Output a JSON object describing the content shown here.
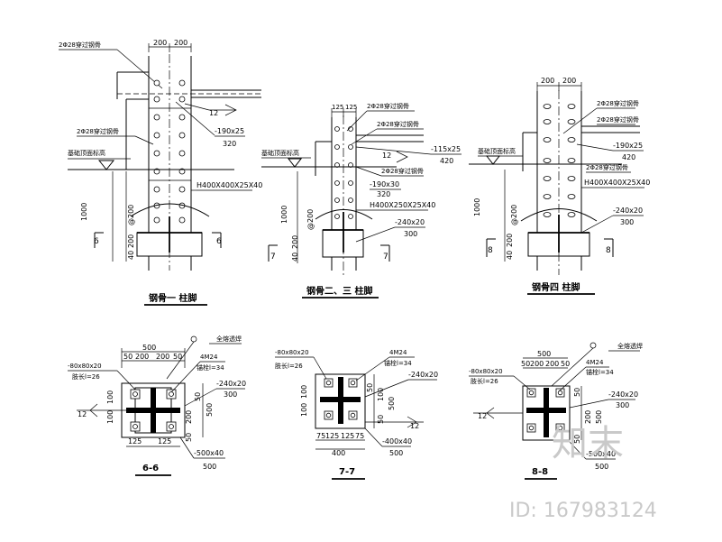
{
  "sheet": {
    "views": {
      "j1": {
        "title": "钢骨一 柱脚",
        "section_left": "6",
        "section_right": "6",
        "dim_top_left": "200",
        "dim_top_right": "200",
        "rebar": "2Φ28穿过钢骨",
        "rebar2": "2Φ28穿过钢骨",
        "ground": "基础顶面标高",
        "flange": "H400X400X25X40",
        "plate": "-190x25",
        "plate_len": "320",
        "weld": "12",
        "v1000": "1000",
        "v200": "@200",
        "v40": "40",
        "v200b": "200"
      },
      "j2": {
        "title": "钢骨二、三 柱脚",
        "section_left": "7",
        "section_right": "7",
        "dim_top_left": "125",
        "dim_top_right": "125",
        "rebar": "2Φ28穿过钢骨",
        "rebar2": "2Φ28穿过钢骨",
        "rebar3": "2Φ28穿过钢骨",
        "ground": "基础顶面标高",
        "flange": "H400X250X25X40",
        "plate": "-190x30",
        "plate_len": "320",
        "plate2": "-115x25",
        "plate2_len": "420",
        "weld": "12",
        "base": "-240x20",
        "base_len": "300",
        "v1000": "1000",
        "v200": "@200",
        "v40": "40",
        "v200b": "200"
      },
      "j3": {
        "title": "钢骨四 柱脚",
        "section_left": "8",
        "section_right": "8",
        "dim_top_left": "200",
        "dim_top_right": "200",
        "rebar": "2Φ28穿过钢骨",
        "rebar2": "2Φ28穿过钢骨",
        "rebar3": "2Φ28穿过钢骨",
        "ground": "基础顶面标高",
        "flange": "H400X400X25X40",
        "plate": "-190x25",
        "plate_len": "420",
        "base": "-240x20",
        "base_len": "300",
        "v1000": "1000",
        "v200": "@200",
        "v40": "40",
        "v200b": "200"
      }
    },
    "sections": {
      "s6": {
        "title": "6-6",
        "top": "500",
        "top_parts": [
          "50",
          "200",
          "200",
          "50"
        ],
        "angle": "-80x80x20",
        "angle_len": "肢长l=26",
        "bolt": "4M24",
        "bolt_len": "锚栓l=34",
        "plate": "-240x20",
        "plate_len": "300",
        "weld": "12",
        "bottom_parts": [
          "125",
          "125"
        ],
        "base": "-500x40",
        "base_len": "500",
        "right_parts": [
          "50",
          "200",
          "500",
          "50"
        ],
        "left_parts": [
          "100",
          "100"
        ],
        "note": "全熔透焊"
      },
      "s7": {
        "title": "7-7",
        "top_angle": "-80x80x20",
        "angle_len": "肢长l=26",
        "bolt": "4M24",
        "bolt_len": "锚栓l=34",
        "plate": "-240x20",
        "weld": "12",
        "bottom_parts": [
          "75",
          "125",
          "125",
          "75"
        ],
        "bottom_total": "400",
        "base": "-400x40",
        "base_len": "500",
        "right_parts": [
          "50",
          "100",
          "500",
          "50"
        ],
        "left_parts": [
          "100",
          "100"
        ]
      },
      "s8": {
        "title": "8-8",
        "top": "500",
        "top_parts": [
          "50",
          "200",
          "200",
          "50"
        ],
        "angle": "-80x80x20",
        "angle_len": "肢长l=26",
        "bolt": "4M24",
        "bolt_len": "锚栓l=34",
        "plate": "-240x20",
        "plate_len": "300",
        "weld": "12",
        "base": "-500x40",
        "base_len": "500",
        "right_parts": [
          "50",
          "200",
          "500",
          "50"
        ],
        "note": "全熔透焊"
      }
    }
  },
  "watermark": {
    "logo_text": "知末",
    "id_text": "ID: 167983124"
  }
}
